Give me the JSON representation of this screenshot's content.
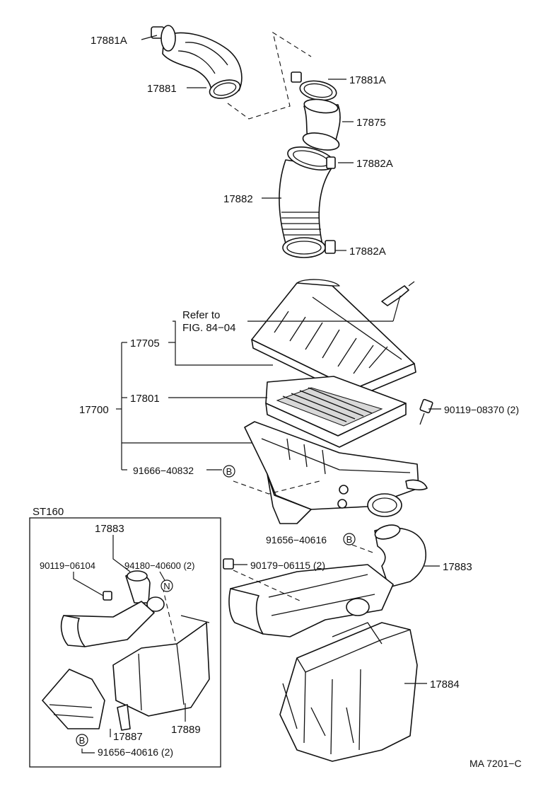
{
  "labels": {
    "p17881A_top": "17881A",
    "p17881": "17881",
    "p17881A_right": "17881A",
    "p17875": "17875",
    "p17882A_top": "17882A",
    "p17882": "17882",
    "p17882A_bottom": "17882A",
    "refer_line1": "Refer to",
    "refer_line2": "FIG. 84−04",
    "p17705": "17705",
    "p17801": "17801",
    "p17700": "17700",
    "p90119_08370": "90119−08370 (2)",
    "p91666_40832": "91666−40832",
    "st160": "ST160",
    "p17883_left": "17883",
    "p94180_40600": "94180−40600 (2)",
    "p90119_06104": "90119−06104",
    "p91656_40616_mid": "91656−40616",
    "p90179_06115": "90179−06115 (2)",
    "p17883_right": "17883",
    "p17884": "17884",
    "p17887": "17887",
    "p17889": "17889",
    "p91656_40616_bottom": "91656−40616 (2)",
    "marker_b": "B",
    "marker_n": "N",
    "figure_code": "MA 7201−C"
  }
}
